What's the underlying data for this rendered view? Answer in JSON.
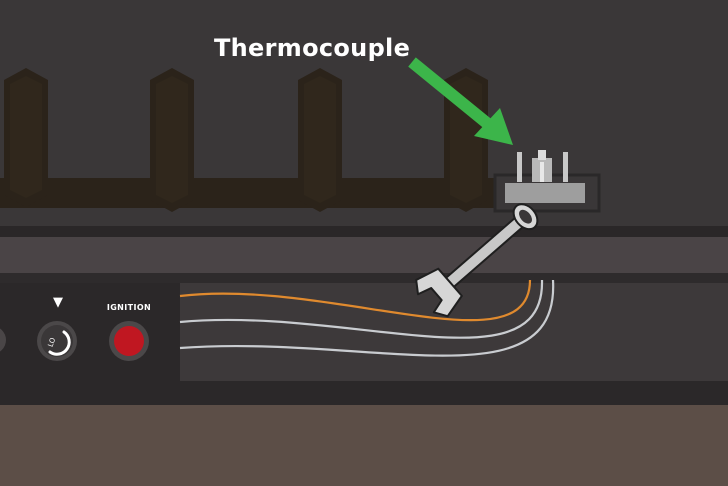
{
  "callout": {
    "label": "Thermocouple",
    "arrow_color": "#3cb54a"
  },
  "control_panel": {
    "ignition_label": "IGNITION",
    "ignition_button_color": "#c01721",
    "pilot_knob_indicator": "▼",
    "pilot_knob_text": "LO"
  },
  "wire_colors": [
    "#e08a2e",
    "#c9ccd0",
    "#c9ccd0"
  ],
  "icons": [
    "thermocouple-icon",
    "wrench-icon",
    "arrow-icon",
    "knob-icon",
    "ignition-button-icon"
  ]
}
